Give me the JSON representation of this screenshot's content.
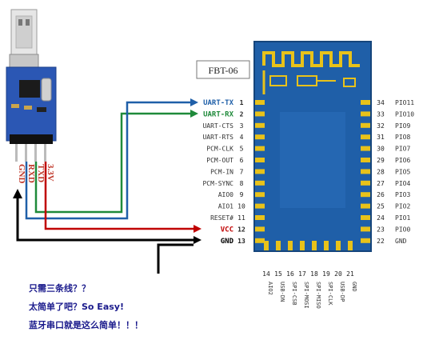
{
  "module_label": "FBT-06",
  "usb_pin_labels": [
    "GND",
    "RXD",
    "TXD",
    "3.3V"
  ],
  "left_pins": [
    {
      "name": "UART-TX",
      "num": "1",
      "highlight": "#1f5fa8"
    },
    {
      "name": "UART-RX",
      "num": "2",
      "highlight": "#1f8a3a"
    },
    {
      "name": "UART-CTS",
      "num": "3"
    },
    {
      "name": "UART-RTS",
      "num": "4"
    },
    {
      "name": "PCM-CLK",
      "num": "5"
    },
    {
      "name": "PCM-OUT",
      "num": "6"
    },
    {
      "name": "PCM-IN",
      "num": "7"
    },
    {
      "name": "PCM-SYNC",
      "num": "8"
    },
    {
      "name": "AIO0",
      "num": "9"
    },
    {
      "name": "AIO1",
      "num": "10"
    },
    {
      "name": "RESET#",
      "num": "11"
    },
    {
      "name": "VCC",
      "num": "12",
      "highlight": "#c00000"
    },
    {
      "name": "GND",
      "num": "13",
      "highlight": "#000000"
    }
  ],
  "right_pins": [
    {
      "num": "34",
      "name": "PIO11"
    },
    {
      "num": "33",
      "name": "PIO10"
    },
    {
      "num": "32",
      "name": "PIO9"
    },
    {
      "num": "31",
      "name": "PIO8"
    },
    {
      "num": "30",
      "name": "PIO7"
    },
    {
      "num": "29",
      "name": "PIO6"
    },
    {
      "num": "28",
      "name": "PIO5"
    },
    {
      "num": "27",
      "name": "PIO4"
    },
    {
      "num": "26",
      "name": "PIO3"
    },
    {
      "num": "25",
      "name": "PIO2"
    },
    {
      "num": "24",
      "name": "PIO1"
    },
    {
      "num": "23",
      "name": "PIO0"
    },
    {
      "num": "22",
      "name": "GND"
    }
  ],
  "bottom_pins": [
    {
      "num": "14",
      "name": "AIO2"
    },
    {
      "num": "15",
      "name": "USB-DN"
    },
    {
      "num": "16",
      "name": "SPI-CSB"
    },
    {
      "num": "17",
      "name": "SPI-MOSI"
    },
    {
      "num": "18",
      "name": "SPI-MISO"
    },
    {
      "num": "19",
      "name": "SPI-CLK"
    },
    {
      "num": "20",
      "name": "USB-DP"
    },
    {
      "num": "21",
      "name": "GND"
    }
  ],
  "captions": [
    "只需三条线？？",
    "太简单了吧？So Easy!",
    "蓝牙串口就是这么简单！！！"
  ],
  "colors": {
    "tx_wire": "#1f5fa8",
    "rx_wire": "#1f8a3a",
    "vcc_wire": "#c00000",
    "gnd_wire": "#000000",
    "module_board": "#1f5fa8",
    "antenna": "#e8c21a",
    "usb_board": "#2b57b4",
    "caption_text": "#1a1a8c"
  }
}
